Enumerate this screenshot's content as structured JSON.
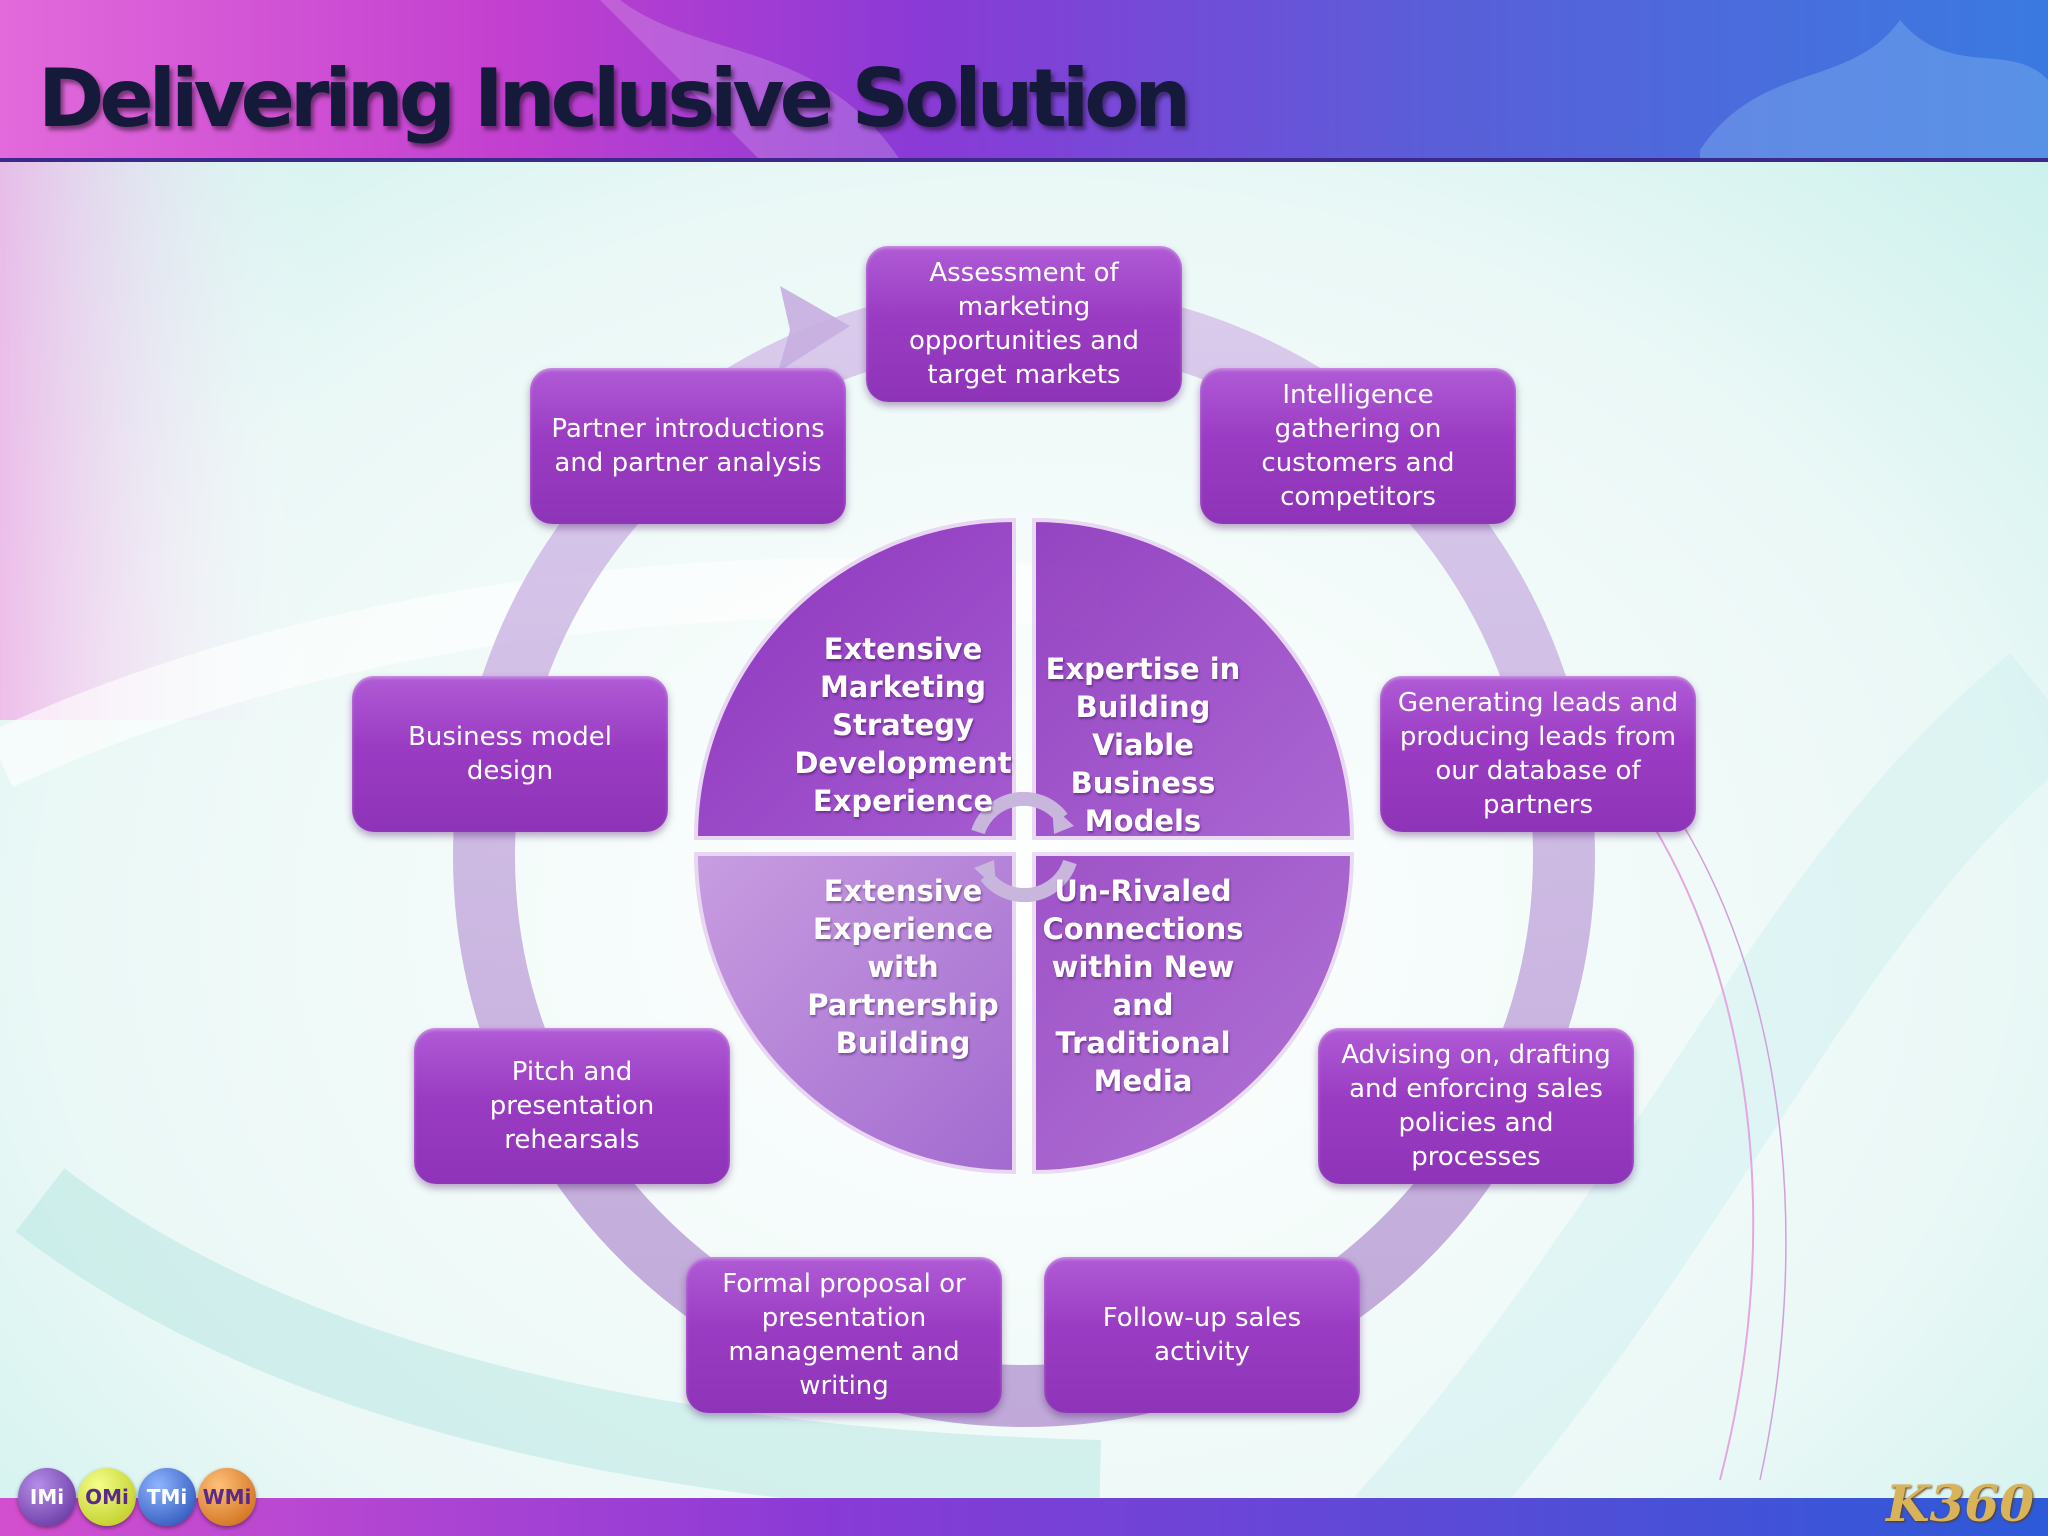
{
  "title": "Delivering Inclusive Solution",
  "colors": {
    "box_purple": "#9a3cc3",
    "quad_dark": "#9b49c5",
    "quad_light": "#b67fd6",
    "ring": "#c7a6de",
    "title_text": "#161a3a"
  },
  "cycle_steps": [
    {
      "text": "Assessment of marketing opportunities and target markets"
    },
    {
      "text": "Intelligence gathering on customers and competitors"
    },
    {
      "text": "Generating leads and producing leads from our database of partners"
    },
    {
      "text": "Advising on, drafting and enforcing sales policies and processes"
    },
    {
      "text": "Follow-up sales activity"
    },
    {
      "text": "Formal proposal or presentation management and writing"
    },
    {
      "text": "Pitch and presentation rehearsals"
    },
    {
      "text": "Business model design"
    },
    {
      "text": "Partner introductions and partner analysis"
    }
  ],
  "core_quadrants": [
    {
      "text": "Extensive Marketing Strategy Development Experience"
    },
    {
      "text": "Expertise in Building Viable Business Models"
    },
    {
      "text": "Extensive Experience with Partnership Building"
    },
    {
      "text": "Un-Rivaled Connections within New and Traditional Media"
    }
  ],
  "badges": [
    {
      "label": "IMi",
      "color": "#6a3aa8"
    },
    {
      "label": "OMi",
      "color": "#d6e21a"
    },
    {
      "label": "TMi",
      "color": "#2f5fc8"
    },
    {
      "label": "WMi",
      "color": "#e07a1a"
    }
  ],
  "logo": "K360"
}
